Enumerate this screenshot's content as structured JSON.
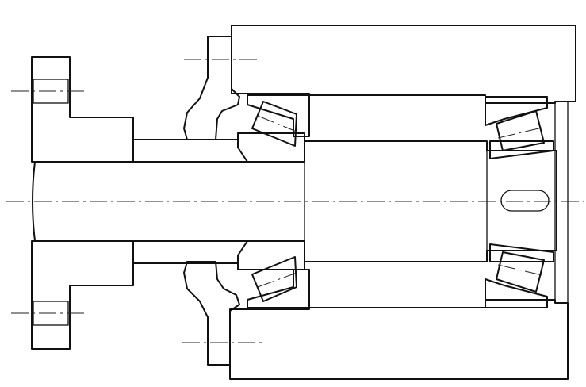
{
  "drawing": {
    "kind": "mechanical-section-drawing",
    "subject": "shaft-with-flange-on-tapered-roller-bearings",
    "parts": [
      "housing",
      "flange",
      "end-cover",
      "shaft",
      "spacer-sleeve",
      "bearing-left-upper",
      "bearing-left-lower",
      "bearing-right-upper",
      "bearing-right-lower",
      "key-slot"
    ],
    "colors": {
      "line": "#111111",
      "background": "#ffffff"
    }
  }
}
